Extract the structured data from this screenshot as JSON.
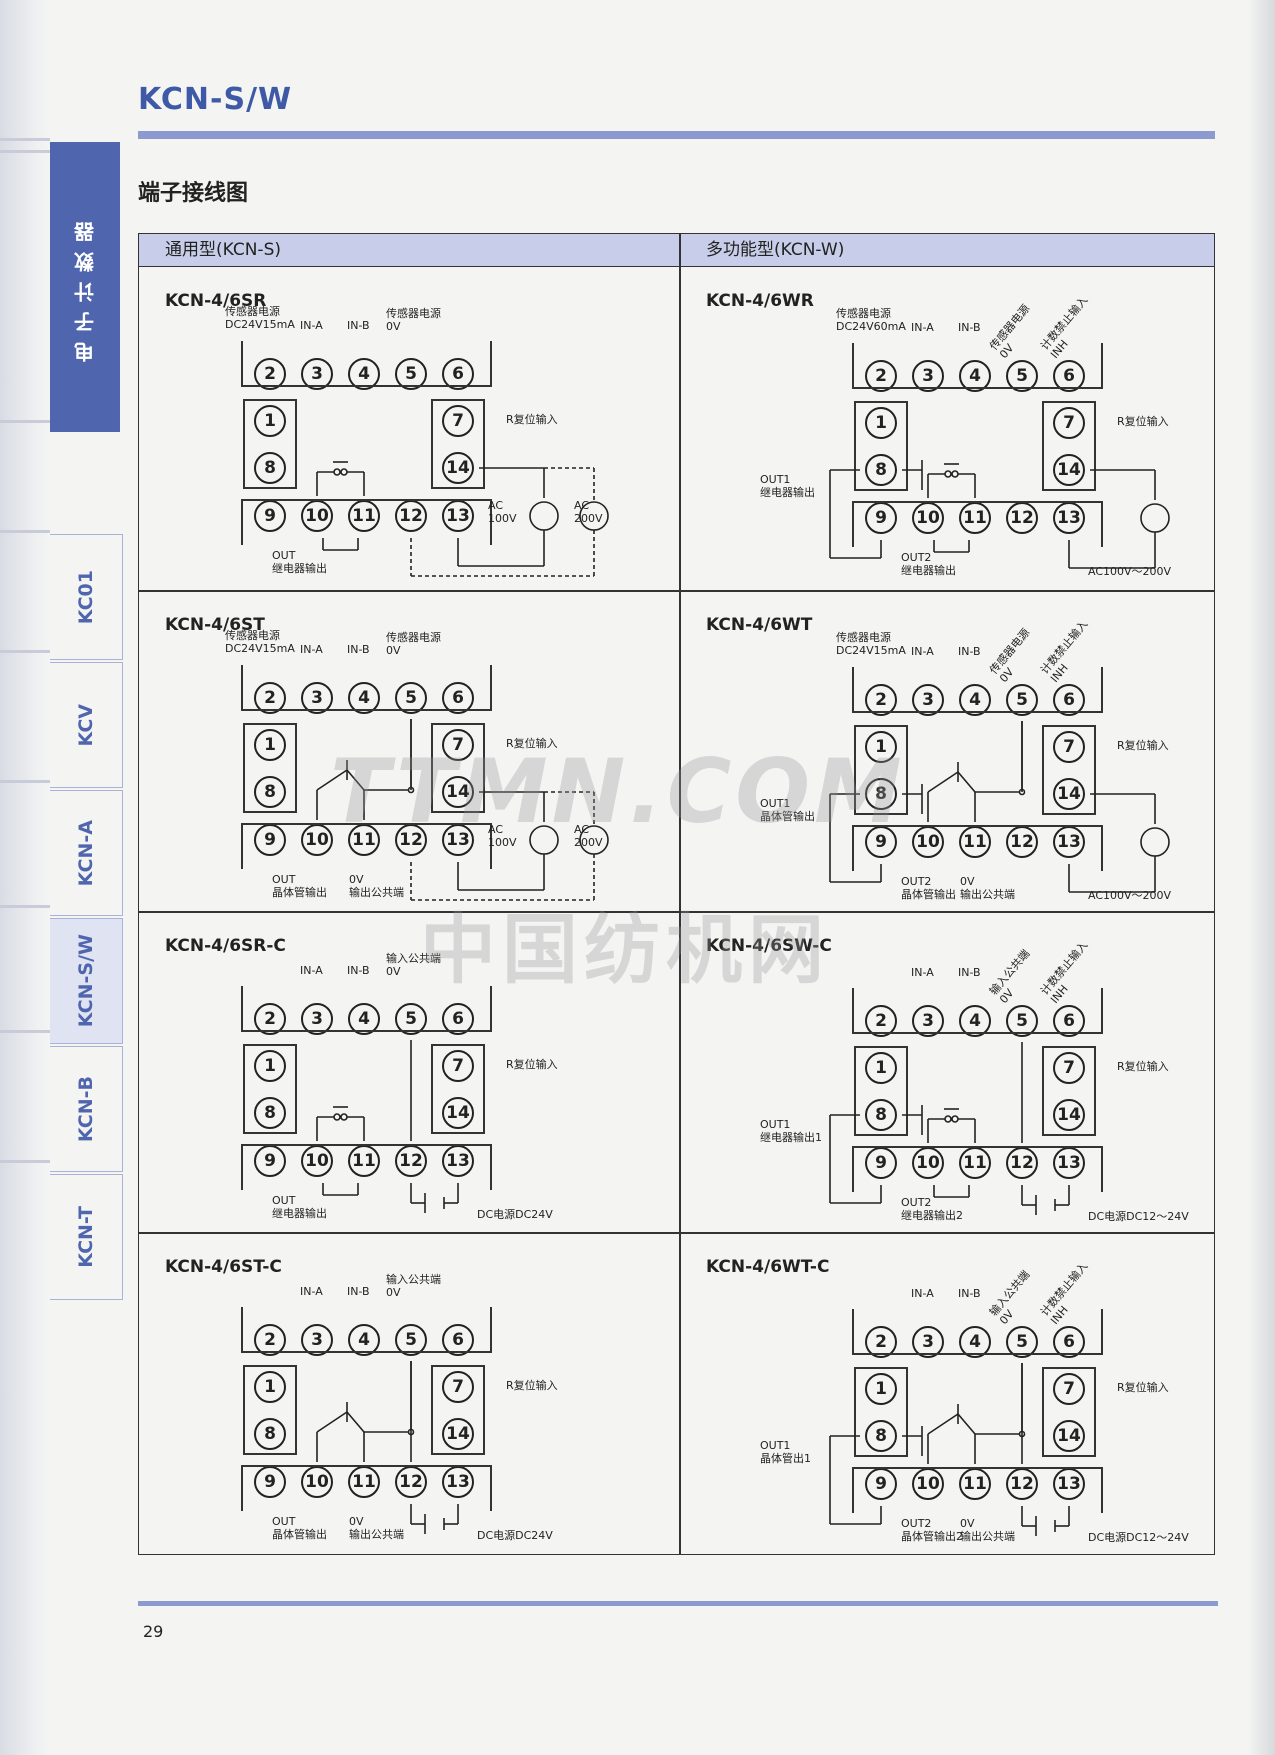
{
  "header": {
    "title": "KCN-S/W",
    "section": "端子接线图"
  },
  "sidebar": {
    "main": "电子计数器",
    "tabs": [
      "KC01",
      "KCV",
      "KCN-A",
      "KCN-S/W",
      "KCN-B",
      "KCN-T"
    ],
    "active": "KCN-S/W"
  },
  "columns": {
    "left": "通用型(KCN-S)",
    "right": "多功能型(KCN-W)"
  },
  "diagrams": [
    {
      "title": "KCN-4/6SR",
      "labels": {
        "sensor": "传感器电源\nDC24V15mA",
        "ina": "IN-A",
        "inb": "IN-B",
        "zero": "传感器电源\n0V",
        "reset": "R复位输入",
        "ac1": "AC\n100V",
        "ac2": "AC\n200V",
        "out": "OUT\n继电器输出"
      }
    },
    {
      "title": "KCN-4/6WR",
      "labels": {
        "sensor": "传感器电源\nDC24V60mA",
        "ina": "IN-A",
        "inb": "IN-B",
        "zero": "传感器电源\n0V",
        "inh": "计数禁止输入\nINH",
        "reset": "R复位输入",
        "out1": "OUT1\n继电器输出",
        "out2": "OUT2\n继电器输出",
        "power": "AC100V～200V"
      }
    },
    {
      "title": "KCN-4/6ST",
      "labels": {
        "sensor": "传感器电源\nDC24V15mA",
        "ina": "IN-A",
        "inb": "IN-B",
        "zero": "传感器电源\n0V",
        "reset": "R复位输入",
        "ac1": "AC\n100V",
        "ac2": "AC\n200V",
        "out": "OUT\n晶体管输出",
        "common": "0V\n输出公共端"
      }
    },
    {
      "title": "KCN-4/6WT",
      "labels": {
        "sensor": "传感器电源\nDC24V15mA",
        "ina": "IN-A",
        "inb": "IN-B",
        "zero": "传感器电源\n0V",
        "inh": "计数禁止输入\nINH",
        "reset": "R复位输入",
        "out1": "OUT1\n晶体管输出",
        "out2": "OUT2\n晶体管输出",
        "common": "0V\n输出公共端",
        "power": "AC100V～200V"
      }
    },
    {
      "title": "KCN-4/6SR-C",
      "labels": {
        "ina": "IN-A",
        "inb": "IN-B",
        "zero": "输入公共端\n0V",
        "reset": "R复位输入",
        "out": "OUT\n继电器输出",
        "power": "DC电源DC24V"
      }
    },
    {
      "title": "KCN-4/6SW-C",
      "labels": {
        "ina": "IN-A",
        "inb": "IN-B",
        "zero": "输入公共端\n0V",
        "inh": "计数禁止输入\nINH",
        "reset": "R复位输入",
        "out1": "OUT1\n继电器输出1",
        "out2": "OUT2\n继电器输出2",
        "power": "DC电源DC12～24V"
      }
    },
    {
      "title": "KCN-4/6ST-C",
      "labels": {
        "ina": "IN-A",
        "inb": "IN-B",
        "zero": "输入公共端\n0V",
        "reset": "R复位输入",
        "out": "OUT\n晶体管输出",
        "common": "0V\n输出公共端",
        "power": "DC电源DC24V"
      }
    },
    {
      "title": "KCN-4/6WT-C",
      "labels": {
        "ina": "IN-A",
        "inb": "IN-B",
        "zero": "输入公共端\n0V",
        "inh": "计数禁止输入\nINH",
        "reset": "R复位输入",
        "out1": "OUT1\n晶体管出1",
        "out2": "OUT2\n晶体管输出2",
        "common": "0V\n输出公共端",
        "power": "DC电源DC12～24V"
      }
    }
  ],
  "watermark": {
    "line1": "TTMN.COM",
    "line2": "中国纺机网"
  },
  "footer": {
    "page": "29"
  }
}
